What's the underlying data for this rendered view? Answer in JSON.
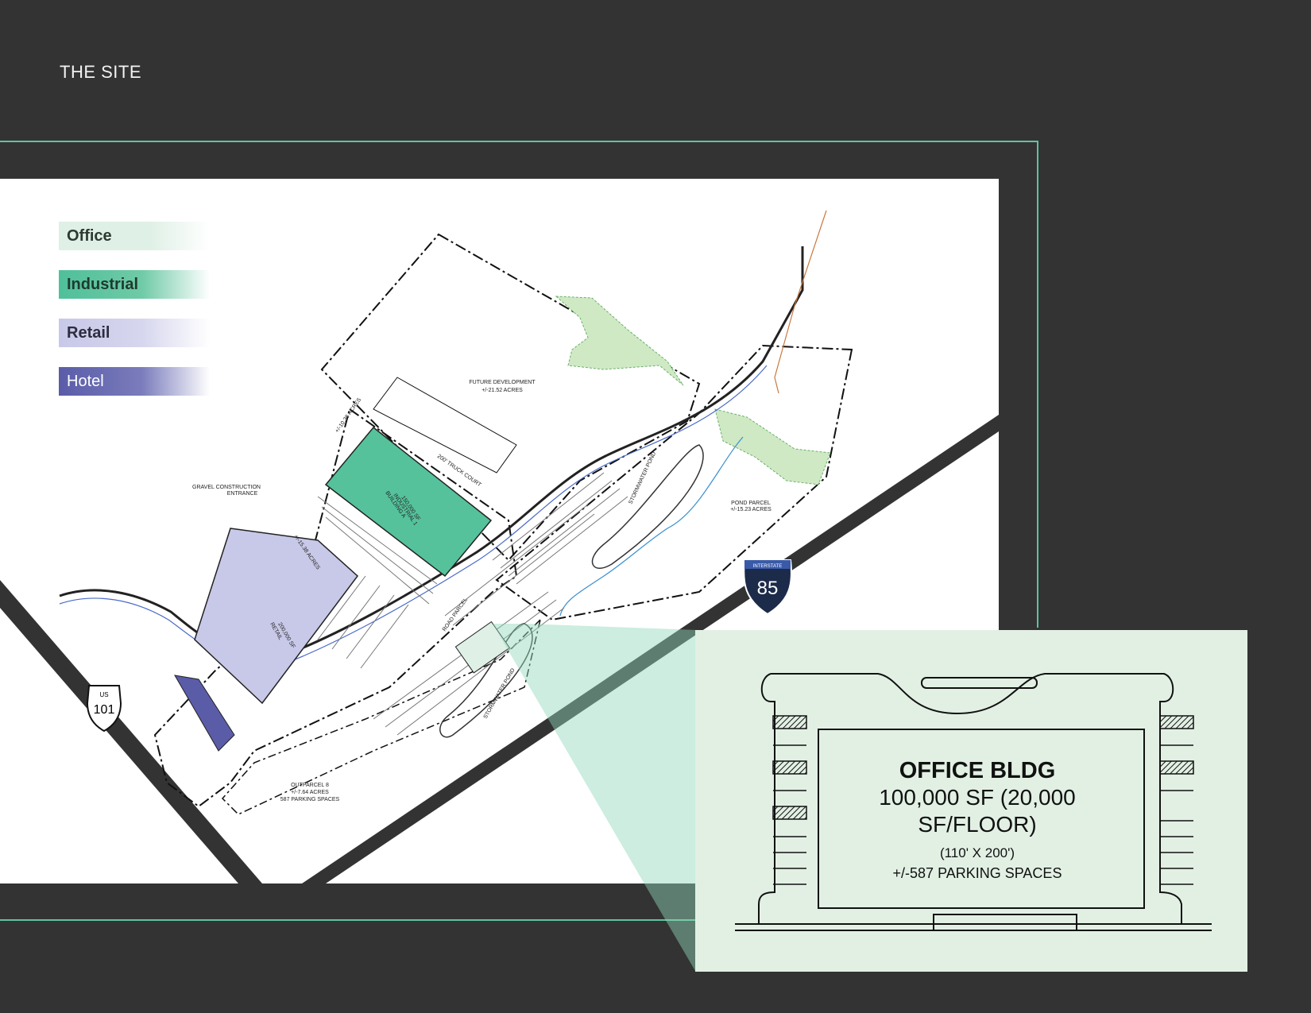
{
  "page": {
    "title": "THE SITE"
  },
  "legend": {
    "office": "Office",
    "industrial": "Industrial",
    "retail": "Retail",
    "hotel": "Hotel"
  },
  "colors": {
    "background": "#333333",
    "frame_accent": "#5fc3a0",
    "office": "#dff0e6",
    "industrial": "#55c29c",
    "retail": "#c8c8e8",
    "hotel": "#5a5ca8",
    "inset": "#e2f0e4",
    "interstate_shield": "#1c2b4a"
  },
  "plan_labels": {
    "future_development": "FUTURE DEVELOPMENT",
    "future_development_acres": "+/-21.52 ACRES",
    "gravel_entrance_1": "GRAVEL CONSTRUCTION",
    "gravel_entrance_2": "ENTRANCE",
    "truck_court": "200' TRUCK COURT",
    "building_a_1": "BUILDING A",
    "building_a_2": "INDUSTRIAL 1",
    "building_a_3": "150,000 SF",
    "retail_1": "RETAIL",
    "retail_2": "200,000 SF",
    "stormwater_pond": "STORMWATER POND",
    "pond_parcel": "POND PARCEL",
    "pond_parcel_acres": "+/-15.23 ACRES",
    "road_parcel": "ROAD PARCEL",
    "outparcel_1": "OUTPARCEL 8",
    "outparcel_2": "+/-7.64 ACRES",
    "outparcel_3": "587 PARKING SPACES",
    "acres_1": "+/-10.38 ACRES",
    "acres_2": "+/-15.38 ACRES"
  },
  "shields": {
    "us_label": "US",
    "us_number": "101",
    "interstate_label": "INTERSTATE",
    "interstate_number": "85"
  },
  "inset": {
    "title": "OFFICE BLDG",
    "area_line_1": "100,000 SF (20,000",
    "area_line_2": "SF/FLOOR)",
    "dimensions": "(110' X 200')",
    "parking": "+/-587 PARKING SPACES"
  }
}
